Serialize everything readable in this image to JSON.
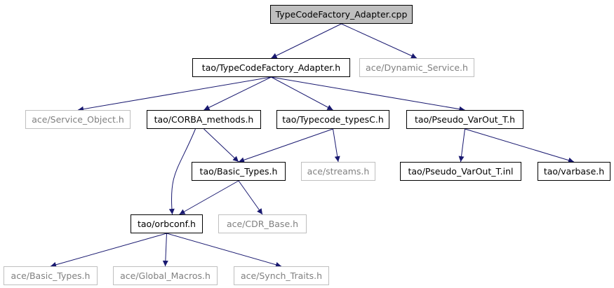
{
  "diagram": {
    "colors": {
      "edge": "#191970",
      "ext_border": "#bfbfbf",
      "ext_text": "#808080",
      "root_fill": "#bfbfbf"
    },
    "nodes": {
      "root": {
        "label": "TypeCodeFactory_Adapter.cpp",
        "kind": "root"
      },
      "tcf_adapter_h": {
        "label": "tao/TypeCodeFactory_Adapter.h",
        "kind": "local"
      },
      "dynamic_service": {
        "label": "ace/Dynamic_Service.h",
        "kind": "external"
      },
      "service_object": {
        "label": "ace/Service_Object.h",
        "kind": "external"
      },
      "corba_methods": {
        "label": "tao/CORBA_methods.h",
        "kind": "local"
      },
      "typecode_typesc": {
        "label": "tao/Typecode_typesC.h",
        "kind": "local"
      },
      "pseudo_varout": {
        "label": "tao/Pseudo_VarOut_T.h",
        "kind": "local"
      },
      "basic_types_tao": {
        "label": "tao/Basic_Types.h",
        "kind": "local"
      },
      "streams": {
        "label": "ace/streams.h",
        "kind": "external"
      },
      "pseudo_varout_inl": {
        "label": "tao/Pseudo_VarOut_T.inl",
        "kind": "local"
      },
      "varbase": {
        "label": "tao/varbase.h",
        "kind": "local"
      },
      "orbconf": {
        "label": "tao/orbconf.h",
        "kind": "local"
      },
      "cdr_base": {
        "label": "ace/CDR_Base.h",
        "kind": "external"
      },
      "basic_types_ace": {
        "label": "ace/Basic_Types.h",
        "kind": "external"
      },
      "global_macros": {
        "label": "ace/Global_Macros.h",
        "kind": "external"
      },
      "synch_traits": {
        "label": "ace/Synch_Traits.h",
        "kind": "external"
      }
    },
    "edges": [
      [
        "root",
        "tcf_adapter_h"
      ],
      [
        "root",
        "dynamic_service"
      ],
      [
        "tcf_adapter_h",
        "service_object"
      ],
      [
        "tcf_adapter_h",
        "corba_methods"
      ],
      [
        "tcf_adapter_h",
        "typecode_typesc"
      ],
      [
        "tcf_adapter_h",
        "pseudo_varout"
      ],
      [
        "corba_methods",
        "basic_types_tao"
      ],
      [
        "corba_methods",
        "orbconf"
      ],
      [
        "typecode_typesc",
        "basic_types_tao"
      ],
      [
        "typecode_typesc",
        "streams"
      ],
      [
        "pseudo_varout",
        "pseudo_varout_inl"
      ],
      [
        "pseudo_varout",
        "varbase"
      ],
      [
        "basic_types_tao",
        "orbconf"
      ],
      [
        "basic_types_tao",
        "cdr_base"
      ],
      [
        "orbconf",
        "basic_types_ace"
      ],
      [
        "orbconf",
        "global_macros"
      ],
      [
        "orbconf",
        "synch_traits"
      ]
    ]
  }
}
